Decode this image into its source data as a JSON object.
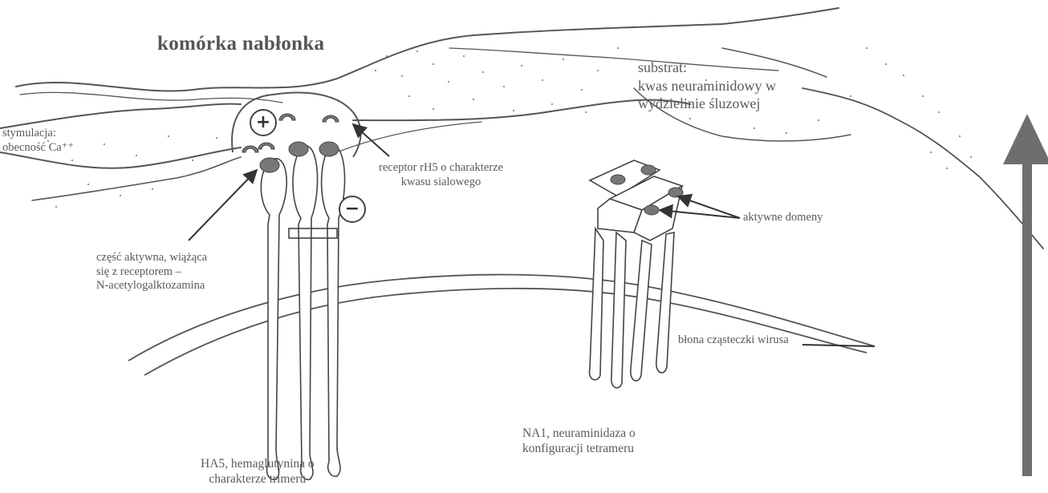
{
  "labels": {
    "title": "komórka nabłonka",
    "substrat": [
      "substrat:",
      "kwas neuraminidowy w",
      "wydzielinie śluzowej"
    ],
    "stymulacja": [
      "stymulacja:",
      "obecność Ca⁺⁺"
    ],
    "receptor": [
      "receptor rH5 o charakterze",
      "kwasu sialowego"
    ],
    "czesc_aktywna": [
      "część aktywna, wiążąca",
      "się z receptorem –",
      "N-acetylogalktozamina"
    ],
    "aktywne_domeny": "aktywne domeny",
    "blona": "błona cząsteczki wirusa",
    "na1": [
      "NA1, neuraminidaza o",
      "konfiguracji tetrameru"
    ],
    "ha5": [
      "HA5, hemaglutynina o",
      "charakterze trimeru"
    ]
  },
  "signs": {
    "plus": "+",
    "minus": "−"
  },
  "colors": {
    "ink": "#4a4a4a",
    "arrow": "#6e6e6e",
    "stipple": "#8a8a8a"
  },
  "icons": [
    "plus-sign-icon",
    "minus-sign-icon",
    "upward-arrow-icon"
  ]
}
